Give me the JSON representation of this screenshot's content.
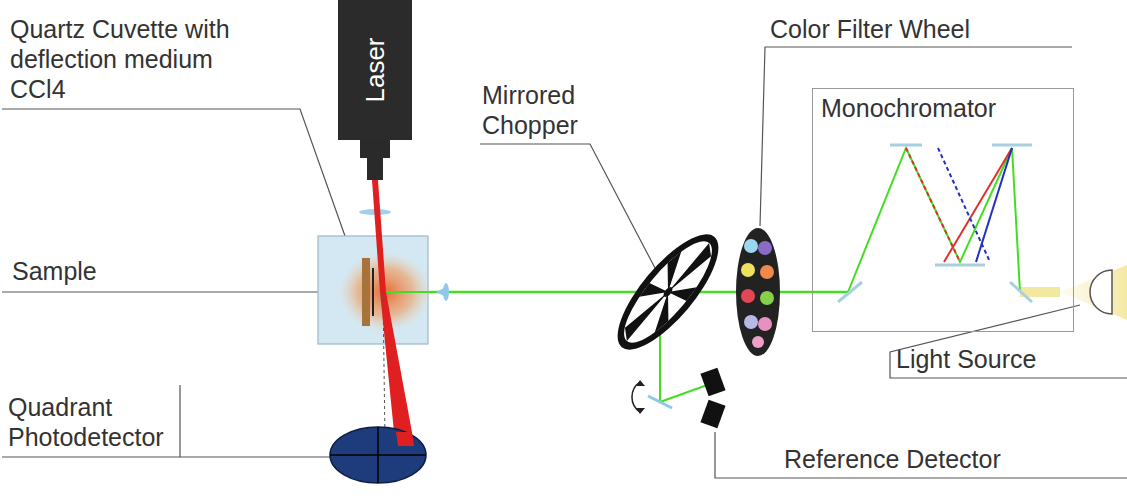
{
  "diagram": {
    "nodes": [
      {
        "text": [
          "Laser"
        ]
      },
      {
        "text": [
          "Monochromator"
        ]
      }
    ],
    "labels": [
      "Quartz Cuvette with deflection medium CCl4",
      "Sample",
      "Quadrant Photodetector",
      "Mirrored Chopper",
      "Color Filter Wheel",
      "Light Source",
      "Reference Detector"
    ]
  }
}
